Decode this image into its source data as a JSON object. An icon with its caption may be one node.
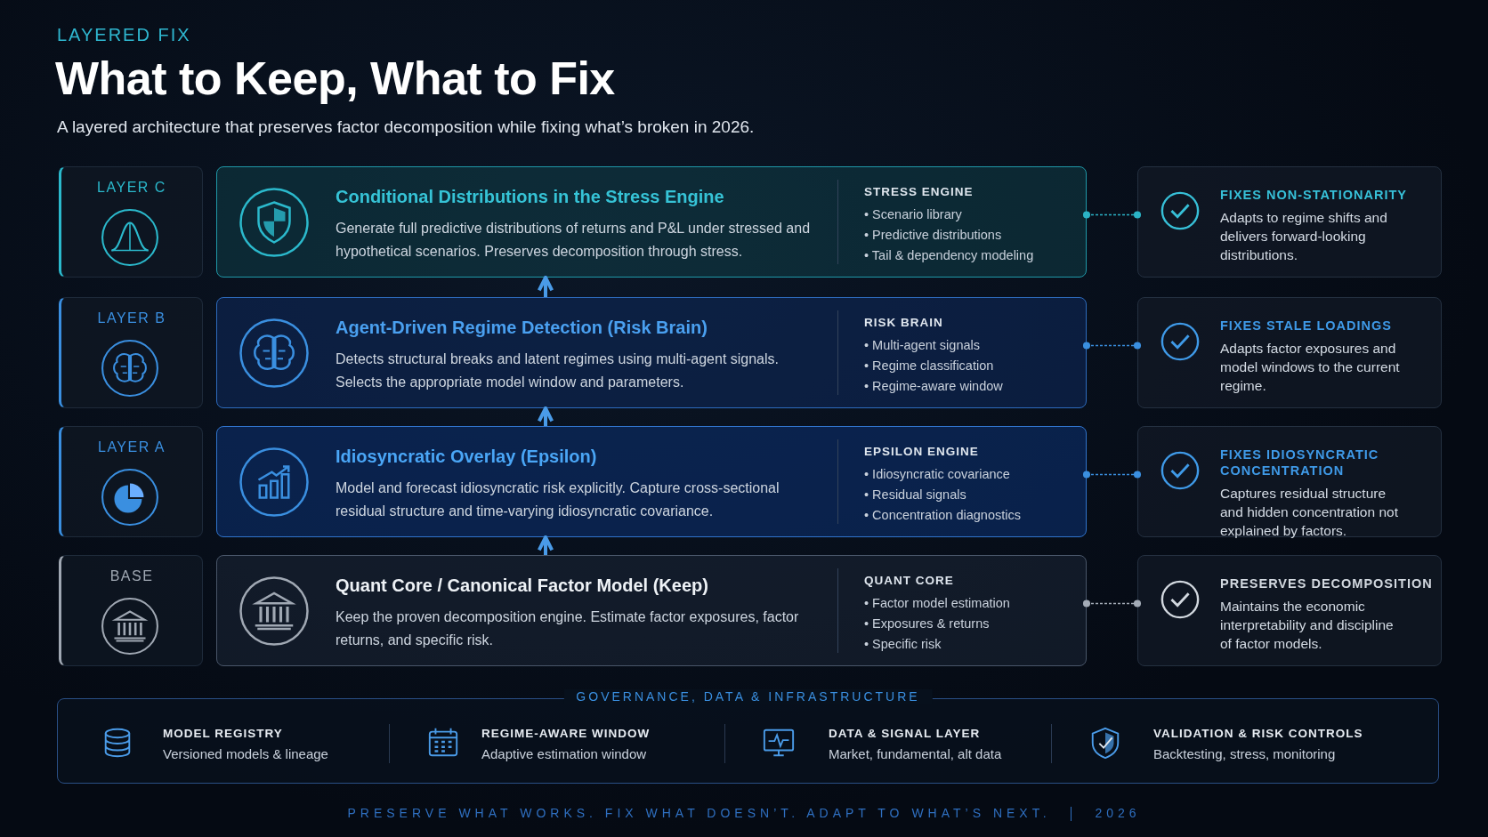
{
  "diagram": {
    "title": "What to Keep, What to Fix",
    "nodes": [
      {
        "text": [
          "LAYER C"
        ]
      },
      {
        "text": [
          "Conditional Distributions in the Stress Engine",
          "Generate full predictive distributions of returns and P&L under stressed and hypothetical scenarios. Preserves decomposition through stress.",
          "STRESS ENGINE",
          "• Scenario library",
          "• Predictive distributions",
          "• Tail & dependency modeling"
        ]
      },
      {
        "text": [
          "FIXES NON-STATIONARITY",
          "Adapts to regime shifts and delivers forward-looking distributions."
        ]
      },
      {
        "text": [
          "LAYER B"
        ]
      },
      {
        "text": [
          "Agent-Driven Regime Detection (Risk Brain)",
          "Detects structural breaks and latent regimes using multi-agent signals. Selects the appropriate model window and parameters.",
          "RISK BRAIN",
          "• Multi-agent signals",
          "• Regime classification",
          "• Regime-aware window"
        ]
      },
      {
        "text": [
          "FIXES STALE LOADINGS",
          "Adapts factor exposures and model windows to the current regime."
        ]
      },
      {
        "text": [
          "LAYER A"
        ]
      },
      {
        "text": [
          "Idiosyncratic Overlay (Epsilon)",
          "Model and forecast idiosyncratic risk explicitly. Capture cross-sectional residual structure and time-varying idiosyncratic covariance.",
          "EPSILON ENGINE",
          "• Idiosyncratic covariance",
          "• Residual signals",
          "• Concentration diagnostics"
        ]
      },
      {
        "text": [
          "FIXES IDIOSYNCRATIC CONCENTRATION",
          "Captures residual structure and hidden concentration not explained by factors."
        ]
      },
      {
        "text": [
          "BASE"
        ]
      },
      {
        "text": [
          "Quant Core / Canonical Factor Model (Keep)",
          "Keep the proven decomposition engine. Estimate factor exposures, factor returns, and specific risk.",
          "QUANT CORE",
          "• Factor model estimation",
          "• Exposures & returns",
          "• Specific risk"
        ]
      },
      {
        "text": [
          "PRESERVES DECOMPOSITION",
          "Maintains the economic interpretability and discipline of factor models."
        ]
      },
      {
        "text": [
          "GOVERNANCE, DATA & INFRASTRUCTURE",
          "MODEL REGISTRY",
          "Versioned models & lineage",
          "REGIME-AWARE WINDOW",
          "Adaptive estimation window",
          "DATA & SIGNAL LAYER",
          "Market, fundamental, alt data",
          "VALIDATION & RISK CONTROLS",
          "Backtesting, stress, monitoring"
        ]
      }
    ],
    "edges": [
      {
        "from": 10,
        "to": 7,
        "arrow": "to",
        "color": "#4a9be8"
      },
      {
        "from": 7,
        "to": 4,
        "arrow": "to",
        "color": "#4a9be8"
      },
      {
        "from": 4,
        "to": 1,
        "arrow": "to",
        "color": "#4a9be8"
      },
      {
        "from": 1,
        "to": 2,
        "arrow": "other",
        "style": "dashed",
        "color": "#2bb3c6"
      },
      {
        "from": 4,
        "to": 5,
        "arrow": "other",
        "style": "dashed",
        "color": "#3a8fe0"
      },
      {
        "from": 7,
        "to": 8,
        "arrow": "other",
        "style": "dashed",
        "color": "#3a8fe0"
      },
      {
        "from": 10,
        "to": 11,
        "arrow": "other",
        "style": "dashed",
        "color": "#a3abb6"
      }
    ],
    "labels": [
      "LAYERED FIX",
      "A layered architecture that preserves factor decomposition while fixing what’s broken in 2026.",
      "PRESERVE WHAT WORKS. FIX WHAT DOESN’T. ADAPT TO WHAT’S NEXT.",
      "2026"
    ]
  }
}
